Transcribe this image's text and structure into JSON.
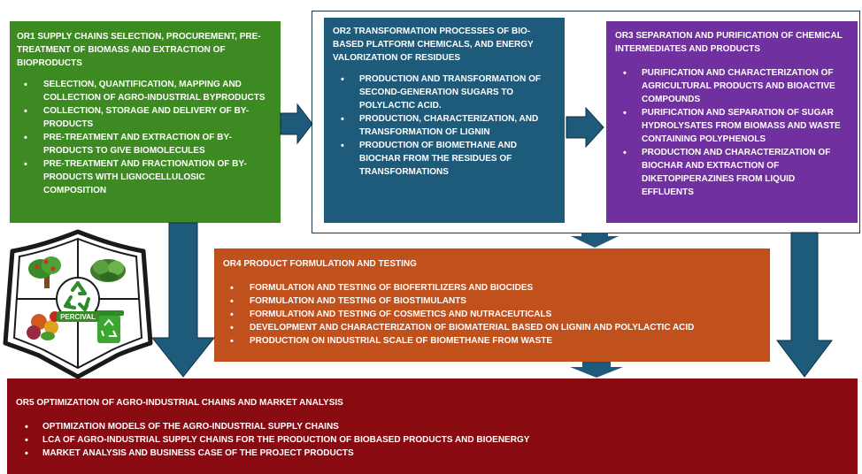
{
  "or1": {
    "title": "OR1 SUPPLY CHAINS SELECTION, PROCUREMENT,  PRE-TREATMENT OF BIOMASS AND EXTRACTION OF BIOPRODUCTS",
    "items": [
      "SELECTION, QUANTIFICATION, MAPPING AND COLLECTION OF AGRO-INDUSTRIAL BYPRODUCTS",
      "COLLECTION, STORAGE AND DELIVERY OF BY-PRODUCTS",
      "PRE-TREATMENT AND EXTRACTION OF BY-PRODUCTS TO GIVE BIOMOLECULES",
      "PRE-TREATMENT AND FRACTIONATION OF BY-PRODUCTS WITH LIGNOCELLULOSIC COMPOSITION"
    ],
    "color": "#3e8a22"
  },
  "or2": {
    "title": "OR2 TRANSFORMATION PROCESSES OF BIO-BASED PLATFORM CHEMICALS, AND ENERGY VALORIZATION OF RESIDUES",
    "items": [
      "PRODUCTION AND TRANSFORMATION OF SECOND-GENERATION SUGARS TO POLYLACTIC ACID.",
      "PRODUCTION, CHARACTERIZATION, AND TRANSFORMATION OF LIGNIN",
      "PRODUCTION OF BIOMETHANE AND BIOCHAR FROM THE RESIDUES OF TRANSFORMATIONS"
    ],
    "color": "#1e5a7a"
  },
  "or3": {
    "title": "OR3 SEPARATION AND PURIFICATION OF CHEMICAL INTERMEDIATES AND PRODUCTS",
    "items": [
      "PURIFICATION AND CHARACTERIZATION OF AGRICULTURAL PRODUCTS AND BIOACTIVE COMPOUNDS",
      "PURIFICATION AND SEPARATION OF SUGAR HYDROLYSATES FROM BIOMASS AND WASTE CONTAINING POLYPHENOLS",
      "PRODUCTION AND CHARACTERIZATION OF BIOCHAR AND EXTRACTION OF DIKETOPIPERAZINES FROM LIQUID EFFLUENTS"
    ],
    "color": "#7030a0"
  },
  "or4": {
    "title": "OR4 PRODUCT FORMULATION AND TESTING",
    "items": [
      "FORMULATION AND TESTING OF BIOFERTILIZERS AND BIOCIDES",
      "FORMULATION AND TESTING OF BIOSTIMULANTS",
      "FORMULATION AND TESTING  OF COSMETICS AND NUTRACEUTICALS",
      "DEVELOPMENT AND CHARACTERIZATION OF BIOMATERIAL BASED ON LIGNIN AND POLYLACTIC ACID",
      "PRODUCTION ON INDUSTRIAL SCALE OF BIOMETHANE FROM WASTE"
    ],
    "color": "#c0501c"
  },
  "or5": {
    "title": "OR5 OPTIMIZATION OF AGRO-INDUSTRIAL CHAINS  AND MARKET ANALYSIS",
    "items": [
      "OPTIMIZATION MODELS OF THE AGRO-INDUSTRIAL SUPPLY CHAINS",
      "LCA OF AGRO-INDUSTRIAL SUPPLY CHAINS FOR THE PRODUCTION OF BIOBASED PRODUCTS AND BIOENERGY",
      "MARKET ANALYSIS AND BUSINESS CASE OF THE PROJECT PRODUCTS"
    ],
    "color": "#8a0a12"
  },
  "arrow_color": "#1e5a7a",
  "logo": {
    "text": "PERCIVAL",
    "icons": [
      "tree-icon",
      "vegetables-icon",
      "recycle-icon",
      "fruits-icon",
      "recycle-bin-icon"
    ]
  }
}
